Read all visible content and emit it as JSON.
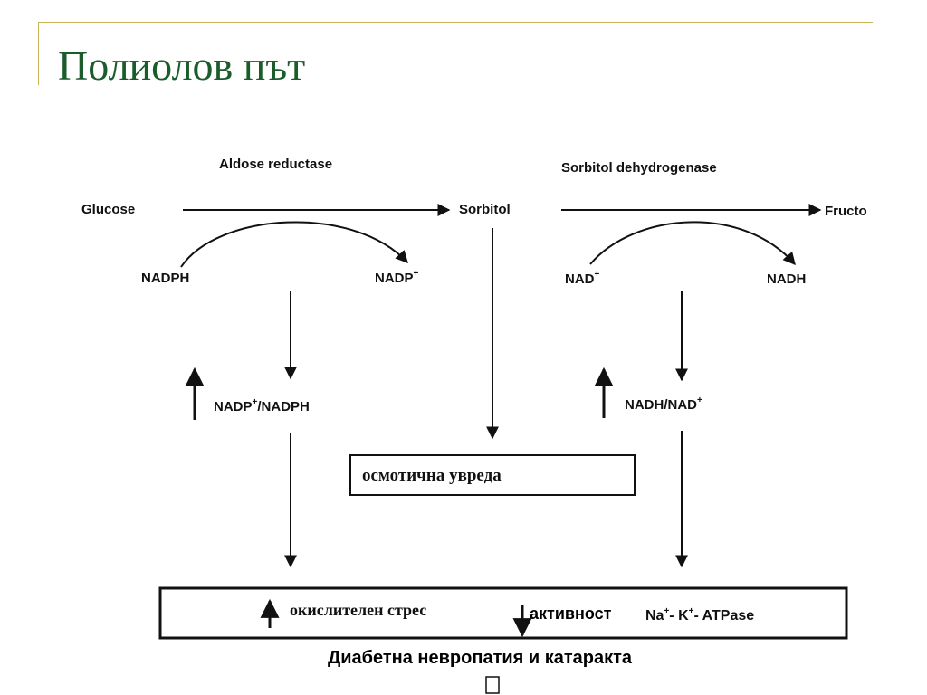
{
  "slide": {
    "title": "Полиолов път"
  },
  "diagram": {
    "enzyme_1": "Aldose reductase",
    "enzyme_2": "Sorbitol dehydrogenase",
    "substrate_glucose": "Glucose",
    "substrate_sorbitol": "Sorbitol",
    "substrate_fructose": "Fructo",
    "cofactor_nadph": "NADPH",
    "cofactor_nadp_base": "NADP",
    "cofactor_nadp_sup": "+",
    "cofactor_nad_base": "NAD",
    "cofactor_nad_sup": "+",
    "cofactor_nadh": "NADH",
    "ratio_1_a": "NADP",
    "ratio_1_sup": "+",
    "ratio_1_b": "/NADPH",
    "ratio_2_a": "NADH/NAD",
    "ratio_2_sup": "+",
    "box_osmotic": "осмотична увреда",
    "box_oxidative": "окислителен стрес",
    "box_activity": "активност",
    "atpase_na": "Na",
    "atpase_na_sup": "+",
    "atpase_k": "- K",
    "atpase_k_sup": "+",
    "atpase_rest": "- ATPase",
    "outcome": "Диабетна невропатия и катаракта",
    "placeholder_glyph": "",
    "line_color": "#111111",
    "title_color": "#1a5c2a",
    "accent_color": "#c9b45a"
  }
}
